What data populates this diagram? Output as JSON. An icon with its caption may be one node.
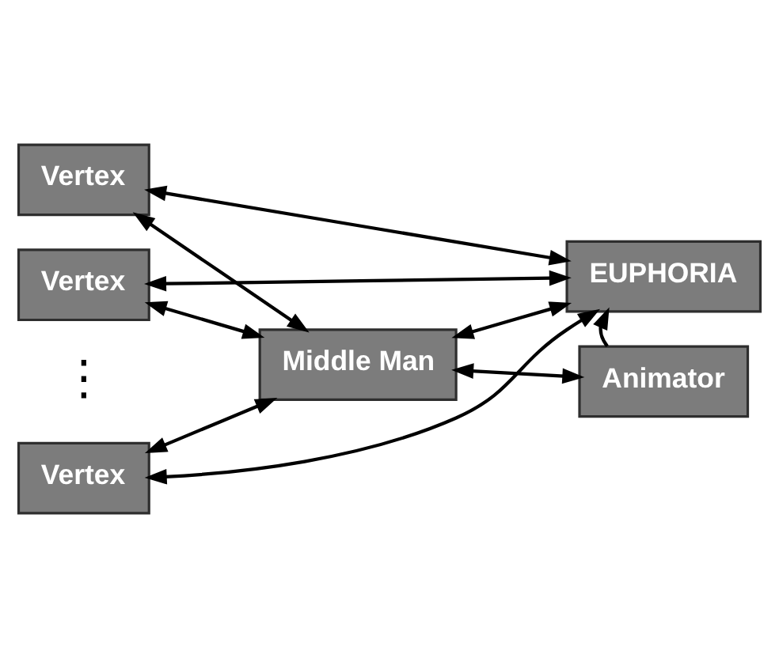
{
  "diagram": {
    "nodes": [
      {
        "text": [
          "Vertex"
        ]
      },
      {
        "text": [
          "Vertex"
        ]
      },
      {
        "text": [
          "Vertex"
        ]
      },
      {
        "text": [
          "Middle Man"
        ]
      },
      {
        "text": [
          "EUPHORIA"
        ]
      },
      {
        "text": [
          "Animator"
        ]
      }
    ],
    "edges": [
      {
        "from": 0,
        "to": 4,
        "arrow": "both"
      },
      {
        "from": 1,
        "to": 4,
        "arrow": "both"
      },
      {
        "from": 2,
        "to": 4,
        "arrow": "both"
      },
      {
        "from": 0,
        "to": 3,
        "arrow": "both"
      },
      {
        "from": 1,
        "to": 3,
        "arrow": "both"
      },
      {
        "from": 2,
        "to": 3,
        "arrow": "both"
      },
      {
        "from": 3,
        "to": 4,
        "arrow": "both"
      },
      {
        "from": 3,
        "to": 5,
        "arrow": "both"
      },
      {
        "from": 5,
        "to": 4,
        "arrow": "to"
      }
    ],
    "labels": [
      "⋮"
    ]
  }
}
